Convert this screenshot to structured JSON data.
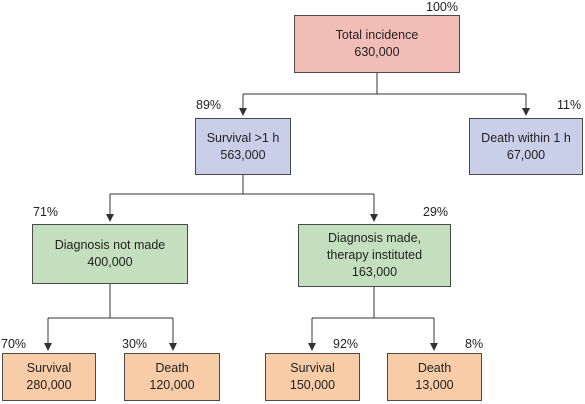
{
  "nodes": {
    "total": {
      "lines": [
        "Total incidence",
        "630,000"
      ],
      "pct": "100%",
      "color": "#f2bdb7"
    },
    "survival_1h": {
      "lines": [
        "Survival >1 h",
        "563,000"
      ],
      "pct": "89%",
      "color": "#c9cfe8"
    },
    "death_1h": {
      "lines": [
        "Death within 1 h",
        "67,000"
      ],
      "pct": "11%",
      "color": "#c9cfe8"
    },
    "dx_not_made": {
      "lines": [
        "Diagnosis not made",
        "400,000"
      ],
      "pct": "71%",
      "color": "#c4dfbd"
    },
    "dx_made": {
      "lines": [
        "Diagnosis made,",
        "therapy instituted",
        "163,000"
      ],
      "pct": "29%",
      "color": "#c4dfbd"
    },
    "survival_a": {
      "lines": [
        "Survival",
        "280,000"
      ],
      "pct": "70%",
      "color": "#f8cca6"
    },
    "death_a": {
      "lines": [
        "Death",
        "120,000"
      ],
      "pct": "30%",
      "color": "#f8cca6"
    },
    "survival_b": {
      "lines": [
        "Survival",
        "150,000"
      ],
      "pct": "92%",
      "color": "#f8cca6"
    },
    "death_b": {
      "lines": [
        "Death",
        "13,000"
      ],
      "pct": "8%",
      "color": "#f8cca6"
    }
  },
  "edges": [
    [
      "total",
      "survival_1h"
    ],
    [
      "total",
      "death_1h"
    ],
    [
      "survival_1h",
      "dx_not_made"
    ],
    [
      "survival_1h",
      "dx_made"
    ],
    [
      "dx_not_made",
      "survival_a"
    ],
    [
      "dx_not_made",
      "death_a"
    ],
    [
      "dx_made",
      "survival_b"
    ],
    [
      "dx_made",
      "death_b"
    ]
  ]
}
